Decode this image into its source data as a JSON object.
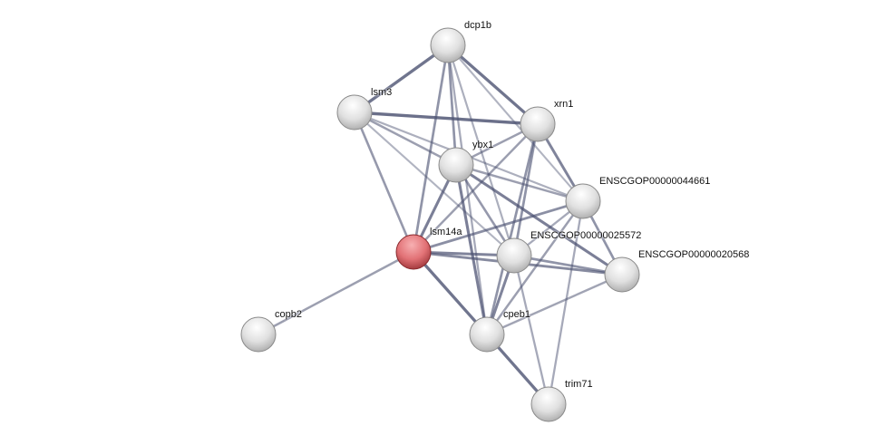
{
  "network": {
    "nodes": [
      {
        "id": "dcp1b",
        "label": "dcp1b",
        "query": false
      },
      {
        "id": "lsm3",
        "label": "lsm3",
        "query": false
      },
      {
        "id": "xrn1",
        "label": "xrn1",
        "query": false
      },
      {
        "id": "ybx1",
        "label": "ybx1",
        "query": false
      },
      {
        "id": "e44661",
        "label": "ENSCGOP00000044661",
        "query": false
      },
      {
        "id": "lsm14a",
        "label": "lsm14a",
        "query": true
      },
      {
        "id": "e25572",
        "label": "ENSCGOP00000025572",
        "query": false
      },
      {
        "id": "e20568",
        "label": "ENSCGOP00000020568",
        "query": false
      },
      {
        "id": "copb2",
        "label": "copb2",
        "query": false
      },
      {
        "id": "cpeb1",
        "label": "cpeb1",
        "query": false
      },
      {
        "id": "trim71",
        "label": "trim71",
        "query": false
      }
    ],
    "edges": [
      [
        "dcp1b",
        "lsm3",
        0.9
      ],
      [
        "dcp1b",
        "xrn1",
        0.9
      ],
      [
        "dcp1b",
        "ybx1",
        0.6
      ],
      [
        "dcp1b",
        "lsm14a",
        0.6
      ],
      [
        "dcp1b",
        "e25572",
        0.35
      ],
      [
        "dcp1b",
        "e44661",
        0.3
      ],
      [
        "dcp1b",
        "cpeb1",
        0.4
      ],
      [
        "lsm3",
        "xrn1",
        0.95
      ],
      [
        "lsm3",
        "lsm14a",
        0.55
      ],
      [
        "lsm3",
        "e44661",
        0.35
      ],
      [
        "lsm3",
        "e25572",
        0.3
      ],
      [
        "lsm3",
        "ybx1",
        0.5
      ],
      [
        "xrn1",
        "ybx1",
        0.5
      ],
      [
        "xrn1",
        "lsm14a",
        0.5
      ],
      [
        "xrn1",
        "e44661",
        0.75
      ],
      [
        "xrn1",
        "e25572",
        0.6
      ],
      [
        "xrn1",
        "cpeb1",
        0.6
      ],
      [
        "ybx1",
        "lsm14a",
        0.8
      ],
      [
        "ybx1",
        "e44661",
        0.5
      ],
      [
        "ybx1",
        "e25572",
        0.55
      ],
      [
        "ybx1",
        "cpeb1",
        0.8
      ],
      [
        "ybx1",
        "e20568",
        0.8
      ],
      [
        "e44661",
        "lsm14a",
        0.65
      ],
      [
        "e44661",
        "e25572",
        0.4
      ],
      [
        "e44661",
        "cpeb1",
        0.5
      ],
      [
        "e44661",
        "e20568",
        0.6
      ],
      [
        "e44661",
        "trim71",
        0.4
      ],
      [
        "lsm14a",
        "e25572",
        0.75
      ],
      [
        "lsm14a",
        "e20568",
        0.7
      ],
      [
        "lsm14a",
        "cpeb1",
        0.9
      ],
      [
        "lsm14a",
        "copb2",
        0.5
      ],
      [
        "e25572",
        "cpeb1",
        0.75
      ],
      [
        "e25572",
        "e20568",
        0.6
      ],
      [
        "e25572",
        "trim71",
        0.4
      ],
      [
        "cpeb1",
        "e20568",
        0.45
      ],
      [
        "cpeb1",
        "trim71",
        0.9
      ]
    ]
  },
  "colors": {
    "edge": "#4a5070",
    "node": "#dcdcdc",
    "query_node": "#d9666b"
  }
}
